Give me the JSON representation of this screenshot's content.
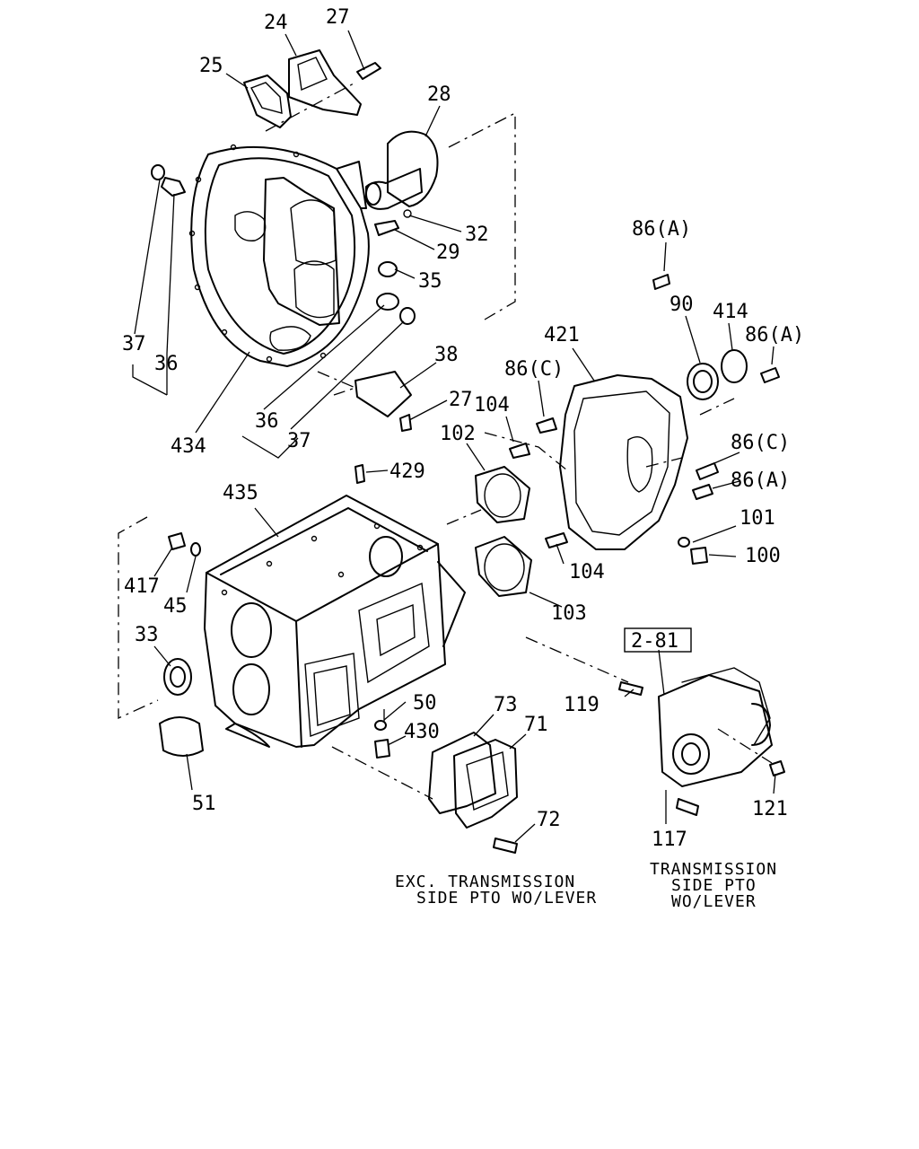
{
  "callouts": [
    {
      "id": "c24",
      "text": "24"
    },
    {
      "id": "c27a",
      "text": "27"
    },
    {
      "id": "c25",
      "text": "25"
    },
    {
      "id": "c28",
      "text": "28"
    },
    {
      "id": "c32",
      "text": "32"
    },
    {
      "id": "c29",
      "text": "29"
    },
    {
      "id": "c35",
      "text": "35"
    },
    {
      "id": "c37a",
      "text": "37"
    },
    {
      "id": "c36a",
      "text": "36"
    },
    {
      "id": "c38",
      "text": "38"
    },
    {
      "id": "c27b",
      "text": "27"
    },
    {
      "id": "c36b",
      "text": "36"
    },
    {
      "id": "c434",
      "text": "434"
    },
    {
      "id": "c37b",
      "text": "37"
    },
    {
      "id": "c86a1",
      "text": "86(A)"
    },
    {
      "id": "c90",
      "text": "90"
    },
    {
      "id": "c414",
      "text": "414"
    },
    {
      "id": "c86a2",
      "text": "86(A)"
    },
    {
      "id": "c421",
      "text": "421"
    },
    {
      "id": "c86c1",
      "text": "86(C)"
    },
    {
      "id": "c104a",
      "text": "104"
    },
    {
      "id": "c102",
      "text": "102"
    },
    {
      "id": "c86c2",
      "text": "86(C)"
    },
    {
      "id": "c86a3",
      "text": "86(A)"
    },
    {
      "id": "c429",
      "text": "429"
    },
    {
      "id": "c435",
      "text": "435"
    },
    {
      "id": "c101",
      "text": "101"
    },
    {
      "id": "c100",
      "text": "100"
    },
    {
      "id": "c104b",
      "text": "104"
    },
    {
      "id": "c417",
      "text": "417"
    },
    {
      "id": "c45",
      "text": "45"
    },
    {
      "id": "c103",
      "text": "103"
    },
    {
      "id": "c33",
      "text": "33"
    },
    {
      "id": "c281",
      "text": "2-81"
    },
    {
      "id": "c119",
      "text": "119"
    },
    {
      "id": "c50",
      "text": "50"
    },
    {
      "id": "c73",
      "text": "73"
    },
    {
      "id": "c71",
      "text": "71"
    },
    {
      "id": "c430",
      "text": "430"
    },
    {
      "id": "c121",
      "text": "121"
    },
    {
      "id": "c51",
      "text": "51"
    },
    {
      "id": "c72",
      "text": "72"
    },
    {
      "id": "c117",
      "text": "117"
    }
  ],
  "notes": {
    "exc_line1": "EXC. TRANSMISSION",
    "exc_line2": "SIDE PTO WO/LEVER",
    "pto_line1": "TRANSMISSION",
    "pto_line2": "SIDE PTO",
    "pto_line3": "WO/LEVER"
  }
}
